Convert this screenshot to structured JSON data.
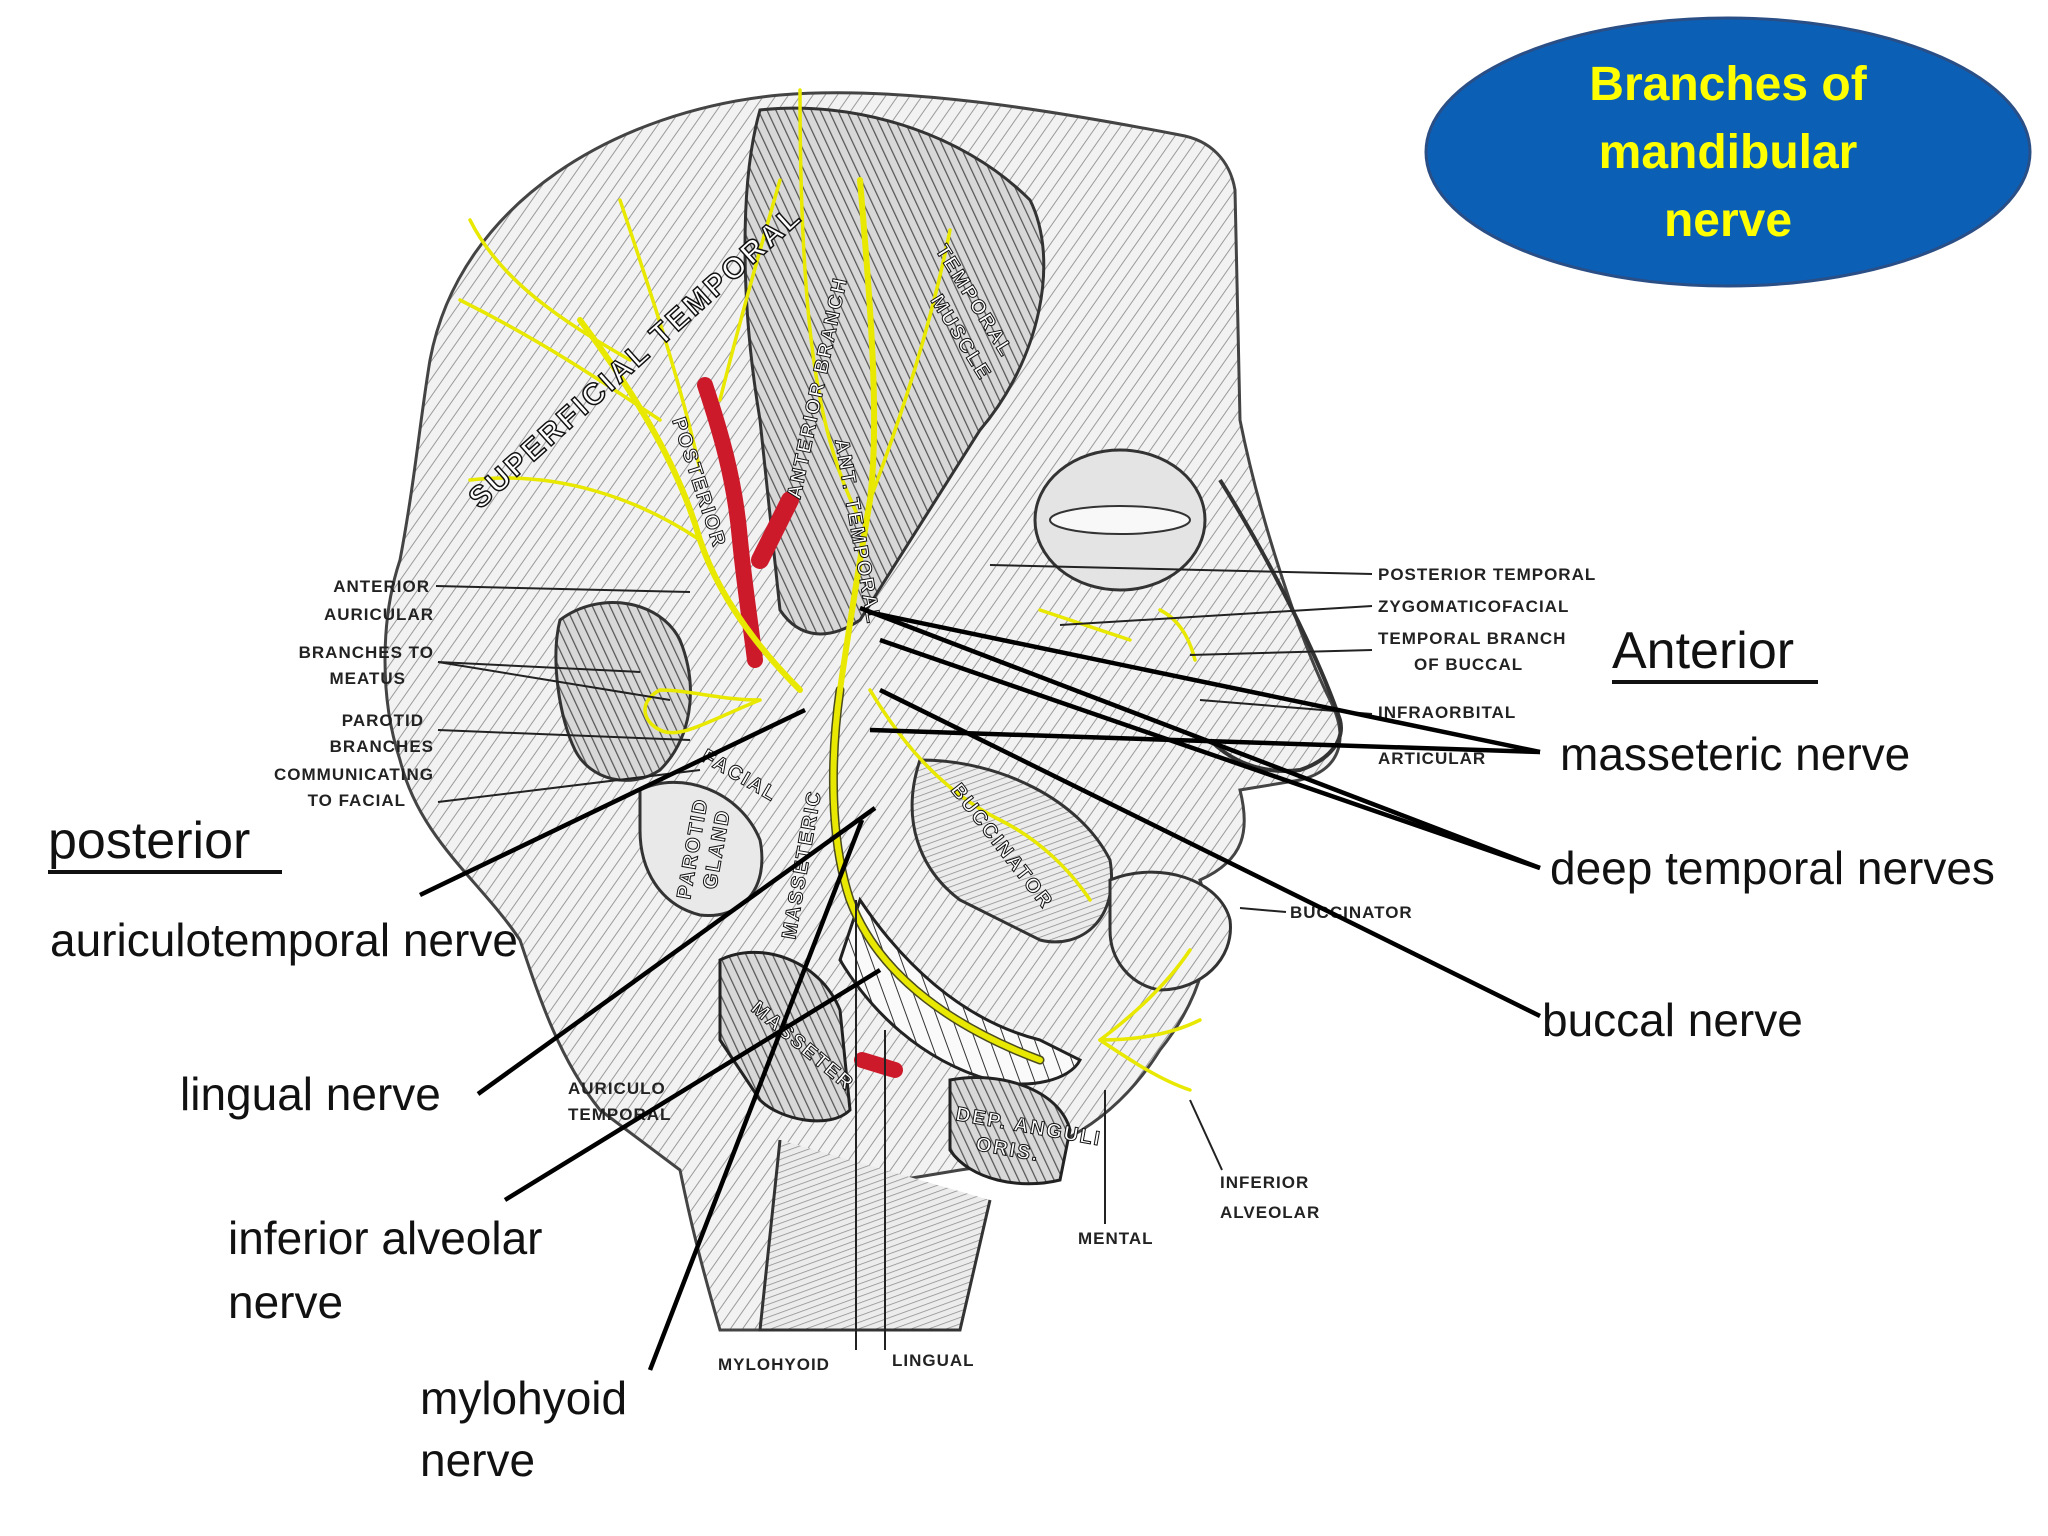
{
  "title": {
    "line1": "Branches of",
    "line2": "mandibular",
    "line3": "nerve"
  },
  "colors": {
    "title_bg": "#0b5fb5",
    "title_text": "#ffff00",
    "nerve": "#e8e800",
    "artery": "#cc1a2a"
  },
  "direction_labels": {
    "anterior": "Anterior",
    "posterior": "posterior"
  },
  "nerve_labels": {
    "masseteric": "masseteric nerve",
    "deep_temporal": "deep temporal nerves",
    "buccal": "buccal nerve",
    "auriculotemporal": "auriculotemporal nerve",
    "lingual": "lingual nerve",
    "inferior_alveolar_1": "inferior alveolar",
    "inferior_alveolar_2": "nerve",
    "mylohyoid_1": "mylohyoid",
    "mylohyoid_2": "nerve"
  },
  "small_labels": {
    "anterior_auricular_1": "ANTERIOR",
    "anterior_auricular_2": "AURICULAR",
    "branches_to_1": "BRANCHES TO",
    "branches_to_2": "MEATUS",
    "parotid_1": "PAROTID",
    "parotid_2": "BRANCHES",
    "communicating_1": "COMMUNICATING",
    "communicating_2": "TO FACIAL",
    "posterior_temporal": "POSTERIOR TEMPORAL",
    "zygomaticofacial": "ZYGOMATICOFACIAL",
    "temporal_branch_1": "TEMPORAL BRANCH",
    "temporal_branch_2": "OF BUCCAL",
    "infraorbital": "INFRAORBITAL",
    "articular": "ARTICULAR",
    "buccinator_small": "BUCCINATOR",
    "auriculo_1": "AURICULO",
    "auriculo_2": "TEMPORAL",
    "inferior_alveolar_s1": "INFERIOR",
    "inferior_alveolar_s2": "ALVEOLAR",
    "mental": "MENTAL",
    "mylohyoid_small": "MYLOHYOID",
    "lingual_small": "LINGUAL"
  },
  "structure_labels": {
    "superficial_temporal": "SUPERFICIAL TEMPORAL",
    "posterior": "POSTERIOR",
    "anterior_branch": "ANTERIOR BRANCH",
    "temporal_muscle_1": "TEMPORAL",
    "temporal_muscle_2": "MUSCLE",
    "ant_temporal": "ANT. TEMPORAL",
    "facial": "FACIAL",
    "parotid_gland_1": "PAROTID",
    "parotid_gland_2": "GLAND",
    "masseteric_small": "MASSETERIC",
    "buccinator": "BUCCINATOR",
    "masseter": "MASSETER",
    "dep_anguli_1": "DEP. ANGULI",
    "dep_anguli_2": "ORIS."
  }
}
